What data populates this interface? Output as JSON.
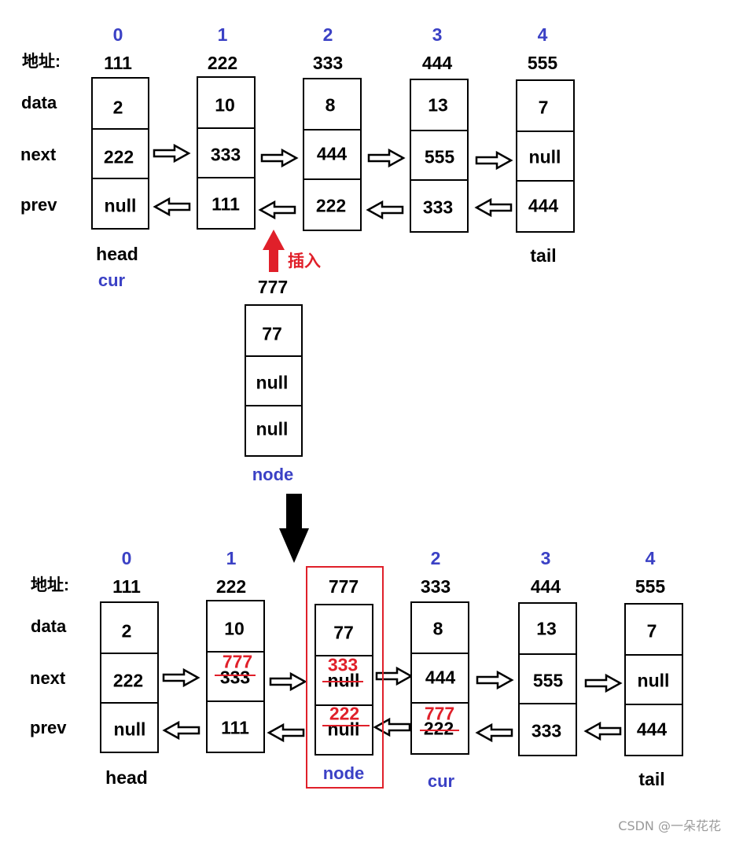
{
  "top": {
    "address_label": "地址:",
    "row_labels": [
      "data",
      "next",
      "prev"
    ],
    "nodes": [
      {
        "index": "0",
        "address": "111",
        "data": "2",
        "next": "222",
        "prev": "null"
      },
      {
        "index": "1",
        "address": "222",
        "data": "10",
        "next": "333",
        "prev": "111"
      },
      {
        "index": "2",
        "address": "333",
        "data": "8",
        "next": "444",
        "prev": "222"
      },
      {
        "index": "3",
        "address": "444",
        "data": "13",
        "next": "555",
        "prev": "333"
      },
      {
        "index": "4",
        "address": "555",
        "data": "7",
        "next": "null",
        "prev": "444"
      }
    ],
    "head_label": "head",
    "cur_label": "cur",
    "tail_label": "tail",
    "insert_label": "插入"
  },
  "new_node": {
    "address": "777",
    "data": "77",
    "next": "null",
    "prev": "null",
    "label": "node"
  },
  "bottom": {
    "address_label": "地址:",
    "row_labels": [
      "data",
      "next",
      "prev"
    ],
    "nodes": [
      {
        "index": "0",
        "address": "111",
        "data": "2",
        "next": "222",
        "prev": "null"
      },
      {
        "index": "1",
        "address": "222",
        "data": "10",
        "next": "333",
        "next_new": "777",
        "prev": "111"
      },
      {
        "index": "",
        "address": "777",
        "data": "77",
        "next": "null",
        "next_new": "333",
        "prev": "null",
        "prev_new": "222"
      },
      {
        "index": "2",
        "address": "333",
        "data": "8",
        "next": "444",
        "prev": "222",
        "prev_new": "777"
      },
      {
        "index": "3",
        "address": "444",
        "data": "13",
        "next": "555",
        "prev": "333"
      },
      {
        "index": "4",
        "address": "555",
        "data": "7",
        "next": "null",
        "prev": "444"
      }
    ],
    "head_label": "head",
    "node_label": "node",
    "cur_label": "cur",
    "tail_label": "tail"
  },
  "watermark": "CSDN @一朵花花",
  "colors": {
    "index": "#3b41c5",
    "highlight": "#e0202a",
    "line": "#000000"
  }
}
